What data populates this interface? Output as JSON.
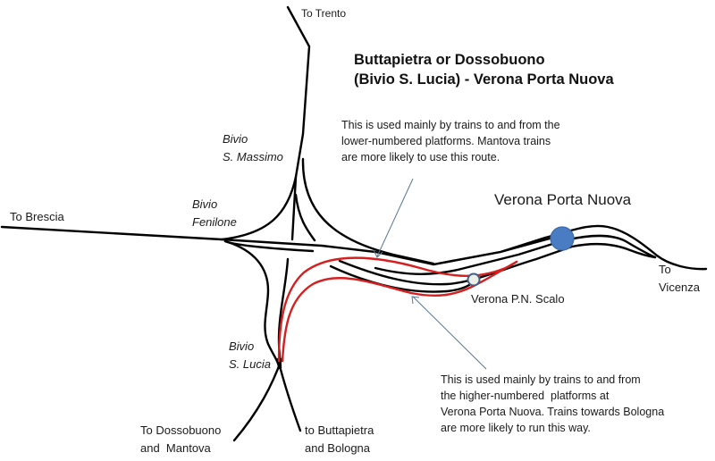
{
  "title": {
    "line1": "Buttapietra or Dossobuono",
    "line2": "(Bivio S. Lucia) - Verona Porta Nuova"
  },
  "destinations": {
    "trento": "To Trento",
    "brescia": "To Brescia",
    "vicenza_line1": "To",
    "vicenza_line2": "Vicenza",
    "dossobuono_line1": "To Dossobuono",
    "dossobuono_line2": "and  Mantova",
    "buttapietra_line1": "to Buttapietra",
    "buttapietra_line2": "and Bologna"
  },
  "junctions": {
    "s_massimo_line1": "Bivio",
    "s_massimo_line2": "S. Massimo",
    "fenilone_line1": "Bivio",
    "fenilone_line2": "Fenilone",
    "s_lucia_line1": "Bivio",
    "s_lucia_line2": "S. Lucia"
  },
  "stations": {
    "porta_nuova": "Verona Porta Nuova",
    "scalo": "Verona P.N. Scalo"
  },
  "notes": {
    "upper_route": [
      "This is used mainly by trains to and from the",
      "lower-numbered platforms. Mantova trains",
      "are more likely to use this route."
    ],
    "lower_route": [
      "This is used mainly by trains to and from",
      "the higher-numbered  platforms at",
      "Verona Porta Nuova. Trains towards Bologna",
      "are more likely to run this way."
    ]
  },
  "colors": {
    "track": "#000000",
    "highlighted_route": "#d61f1f",
    "main_station": "#4a7cc4",
    "main_station_outline": "#3d6aa8",
    "minor_station_fill": "#ecefe6",
    "minor_station_outline": "#3f5f86",
    "pointer": "#5a7590"
  }
}
